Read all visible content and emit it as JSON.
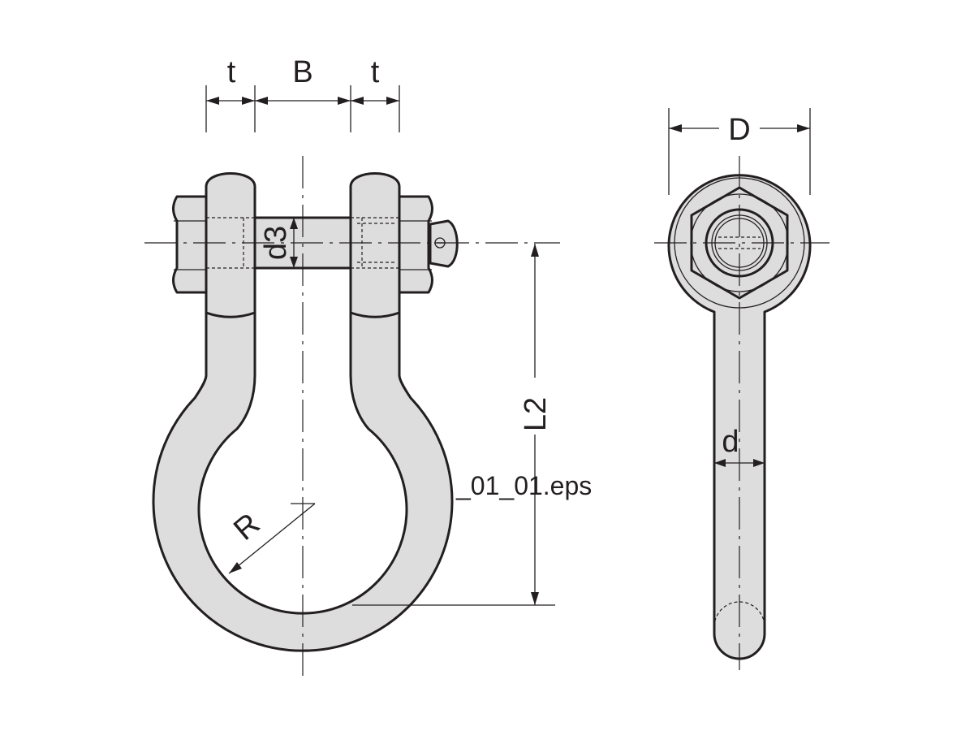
{
  "labels": {
    "t_left": "t",
    "B": "B",
    "t_right": "t",
    "d3": "d3",
    "L2": "L2",
    "R": "R",
    "D": "D",
    "d": "d"
  },
  "file_label": "_01_01.eps",
  "colors": {
    "line": "#231f20",
    "fill": "#dddddd",
    "background": "#ffffff"
  }
}
